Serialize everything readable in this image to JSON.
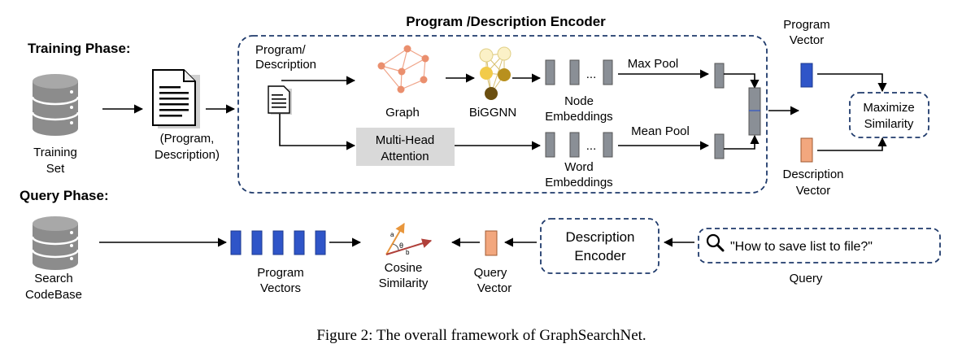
{
  "figure": {
    "title": "Program /Description Encoder",
    "caption": "Figure 2: The overall framework of GraphSearchNet."
  },
  "training_phase": {
    "label": "Training Phase:",
    "training_set": [
      "Training",
      "Set"
    ],
    "pair": [
      "(Program,",
      "Description)"
    ],
    "input": [
      "Program/",
      "Description"
    ],
    "graph_label": "Graph",
    "biggnn_label": "BiGGNN",
    "node_embeddings": [
      "Node",
      "Embeddings"
    ],
    "word_embeddings": [
      "Word",
      "Embeddings"
    ],
    "ellipsis": "...",
    "max_pool": "Max Pool",
    "mean_pool": "Mean Pool",
    "attention": [
      "Multi-Head",
      "Attention"
    ],
    "program_vector": [
      "Program",
      "Vector"
    ],
    "description_vector": [
      "Description",
      "Vector"
    ],
    "objective": [
      "Maximize",
      "Similarity"
    ]
  },
  "query_phase": {
    "label": "Query Phase:",
    "codebase": [
      "Search",
      "CodeBase"
    ],
    "program_vectors": [
      "Program",
      "Vectors"
    ],
    "cosine": [
      "Cosine",
      "Similarity"
    ],
    "angle_a": "a",
    "angle_b": "b",
    "angle_theta": "θ",
    "query_vector": [
      "Query",
      "Vector"
    ],
    "desc_encoder": [
      "Description",
      "Encoder"
    ],
    "query_text": "\"How to save list to file?\"",
    "query_label": "Query"
  },
  "colors": {
    "program_vector": "#2f55c8",
    "description_vector": "#f2a77e",
    "gray_block": "#8a8f96",
    "dashed_border": "#1f3a6b",
    "attention_box": "#d9d9d9",
    "node_orange": "#e9967a",
    "node_gold": "#c9a227"
  },
  "icons": [
    "database-icon",
    "document-icon",
    "search-icon",
    "graph-icon",
    "biggnn-icon",
    "cosine-icon"
  ]
}
